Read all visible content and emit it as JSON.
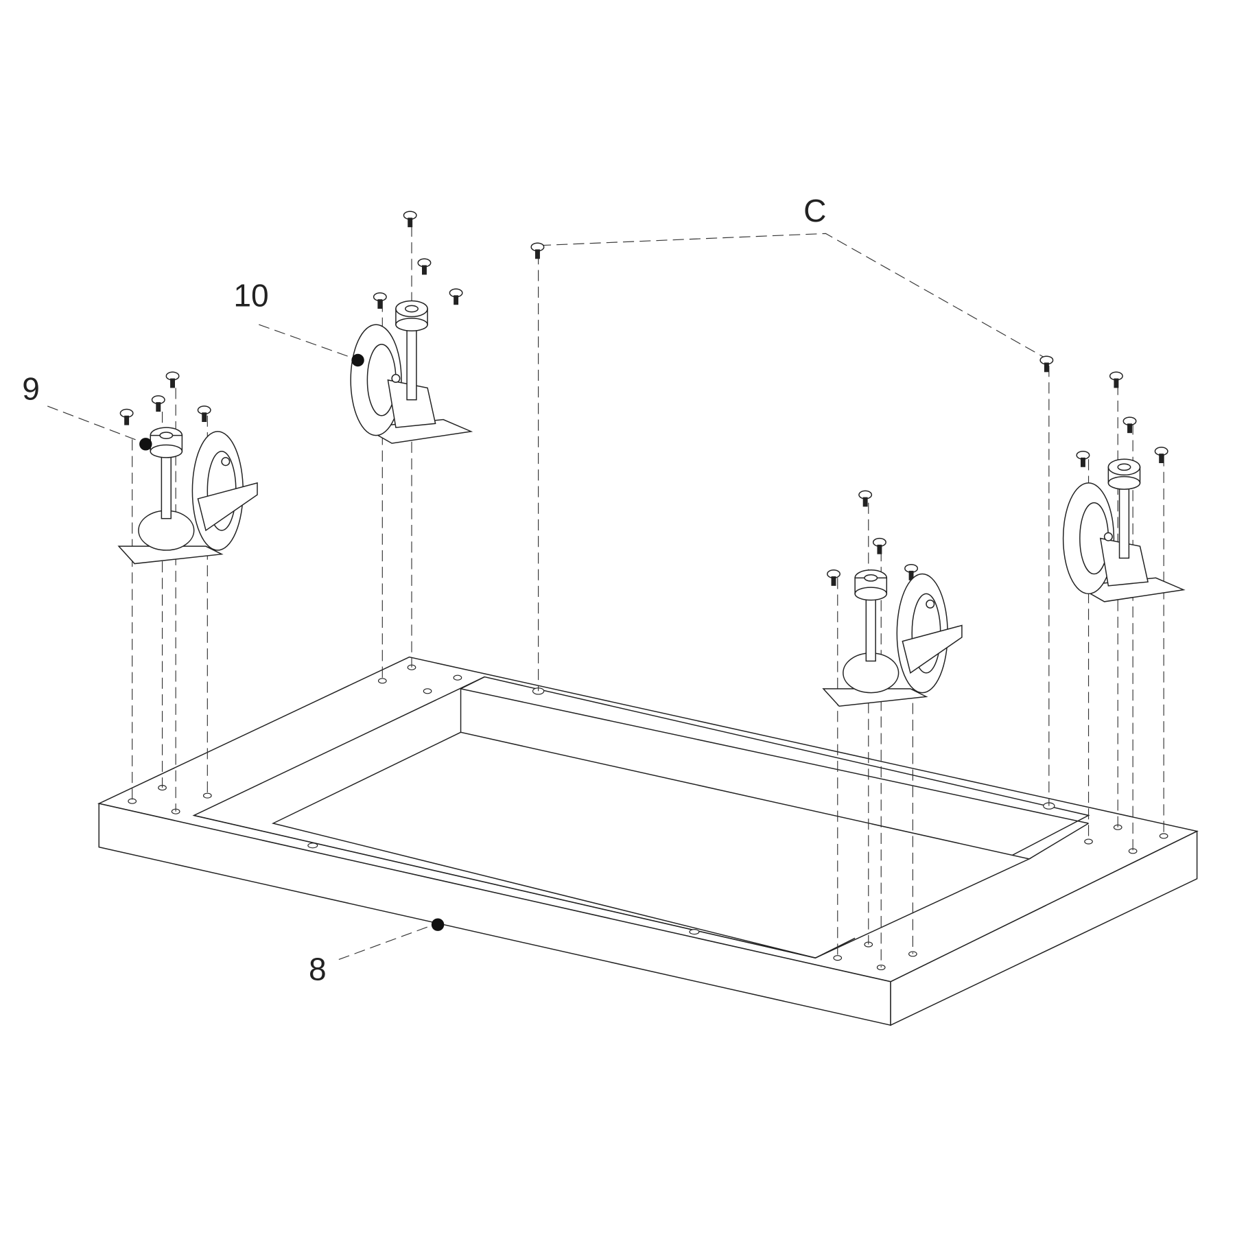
{
  "callouts": {
    "screws": "C",
    "caster_a": "10",
    "caster_b": "9",
    "frame": "8"
  },
  "colors": {
    "line": "#222222",
    "background": "#ffffff"
  }
}
